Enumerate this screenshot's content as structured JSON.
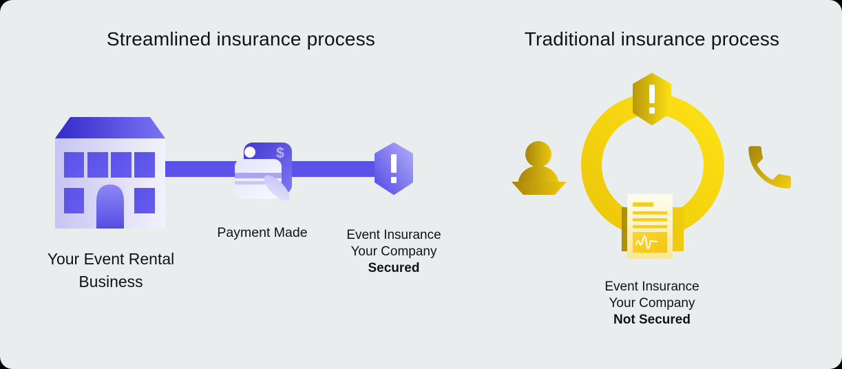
{
  "page": {
    "background": "#000000",
    "panel_background": "#e9edee"
  },
  "left_section": {
    "title": "Streamlined insurance process",
    "accent_color": "#5a52e9",
    "business": {
      "label": "Your Event Rental Business",
      "icon": "building-icon"
    },
    "payment": {
      "label": "Payment Made",
      "icon": "credit-card-payment-icon",
      "dollar_sign": "$"
    },
    "insurance": {
      "icon": "shield-alert-icon",
      "line1": "Event Insurance",
      "line2": "Your Company",
      "line3": "Secured"
    }
  },
  "right_section": {
    "title": "Traditional insurance process",
    "accent_color": "#f6d60b",
    "icons": {
      "loop": "process-loop-ring",
      "shield": "shield-alert-icon",
      "person": "person-agent-icon",
      "phone": "phone-icon",
      "document": "document-contract-icon"
    },
    "insurance": {
      "line1": "Event Insurance",
      "line2": "Your Company",
      "line3": "Not Secured"
    }
  }
}
